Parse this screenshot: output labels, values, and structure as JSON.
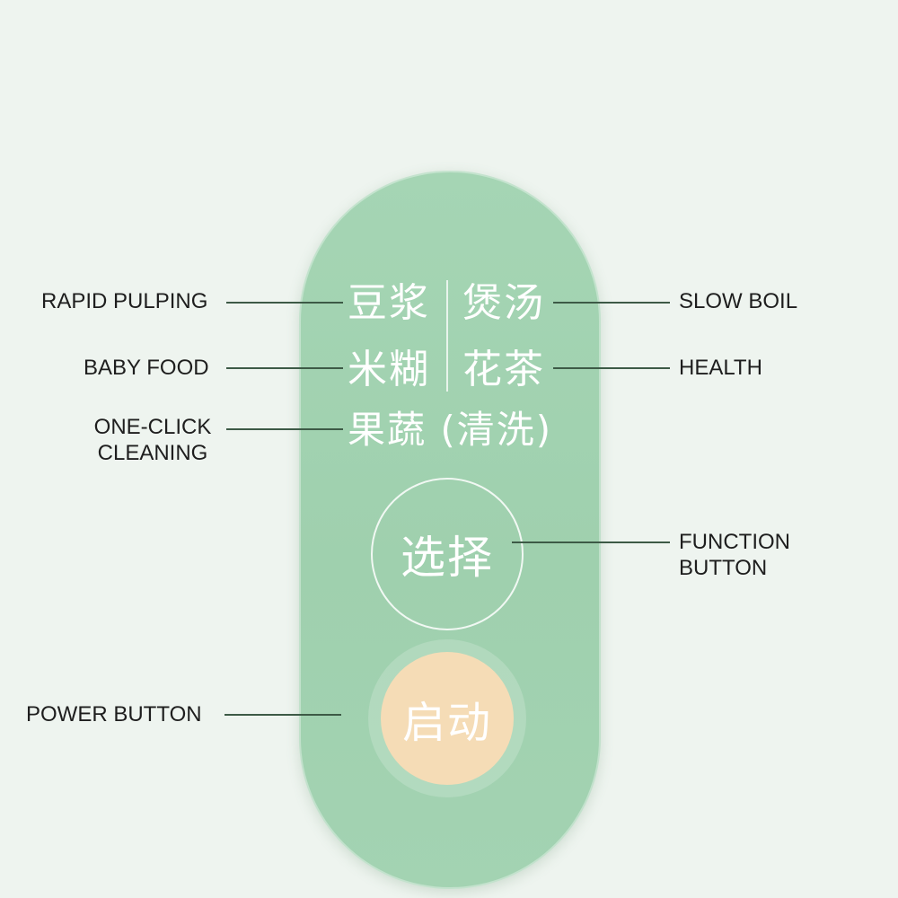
{
  "panel": {
    "modes": {
      "soy_milk": "豆浆",
      "slow_boil": "煲汤",
      "rice_paste": "米糊",
      "flower_tea": "花茶",
      "fruit_veg_clean": "果蔬 (清洗)"
    },
    "select_button": "选择",
    "start_button": "启动"
  },
  "callouts": {
    "rapid_pulping": "RAPID PULPING",
    "baby_food": "BABY FOOD",
    "one_click_line1": "ONE-CLICK",
    "one_click_line2": "CLEANING",
    "power_button": "POWER BUTTON",
    "slow_boil": "SLOW BOIL",
    "health": "HEALTH",
    "function_line1": "FUNCTION",
    "function_line2": "BUTTON"
  },
  "colors": {
    "background": "#eef4ef",
    "panel": "#a3d3b2",
    "start_button": "#f5dcb6",
    "leader_line": "#3d5a46"
  }
}
